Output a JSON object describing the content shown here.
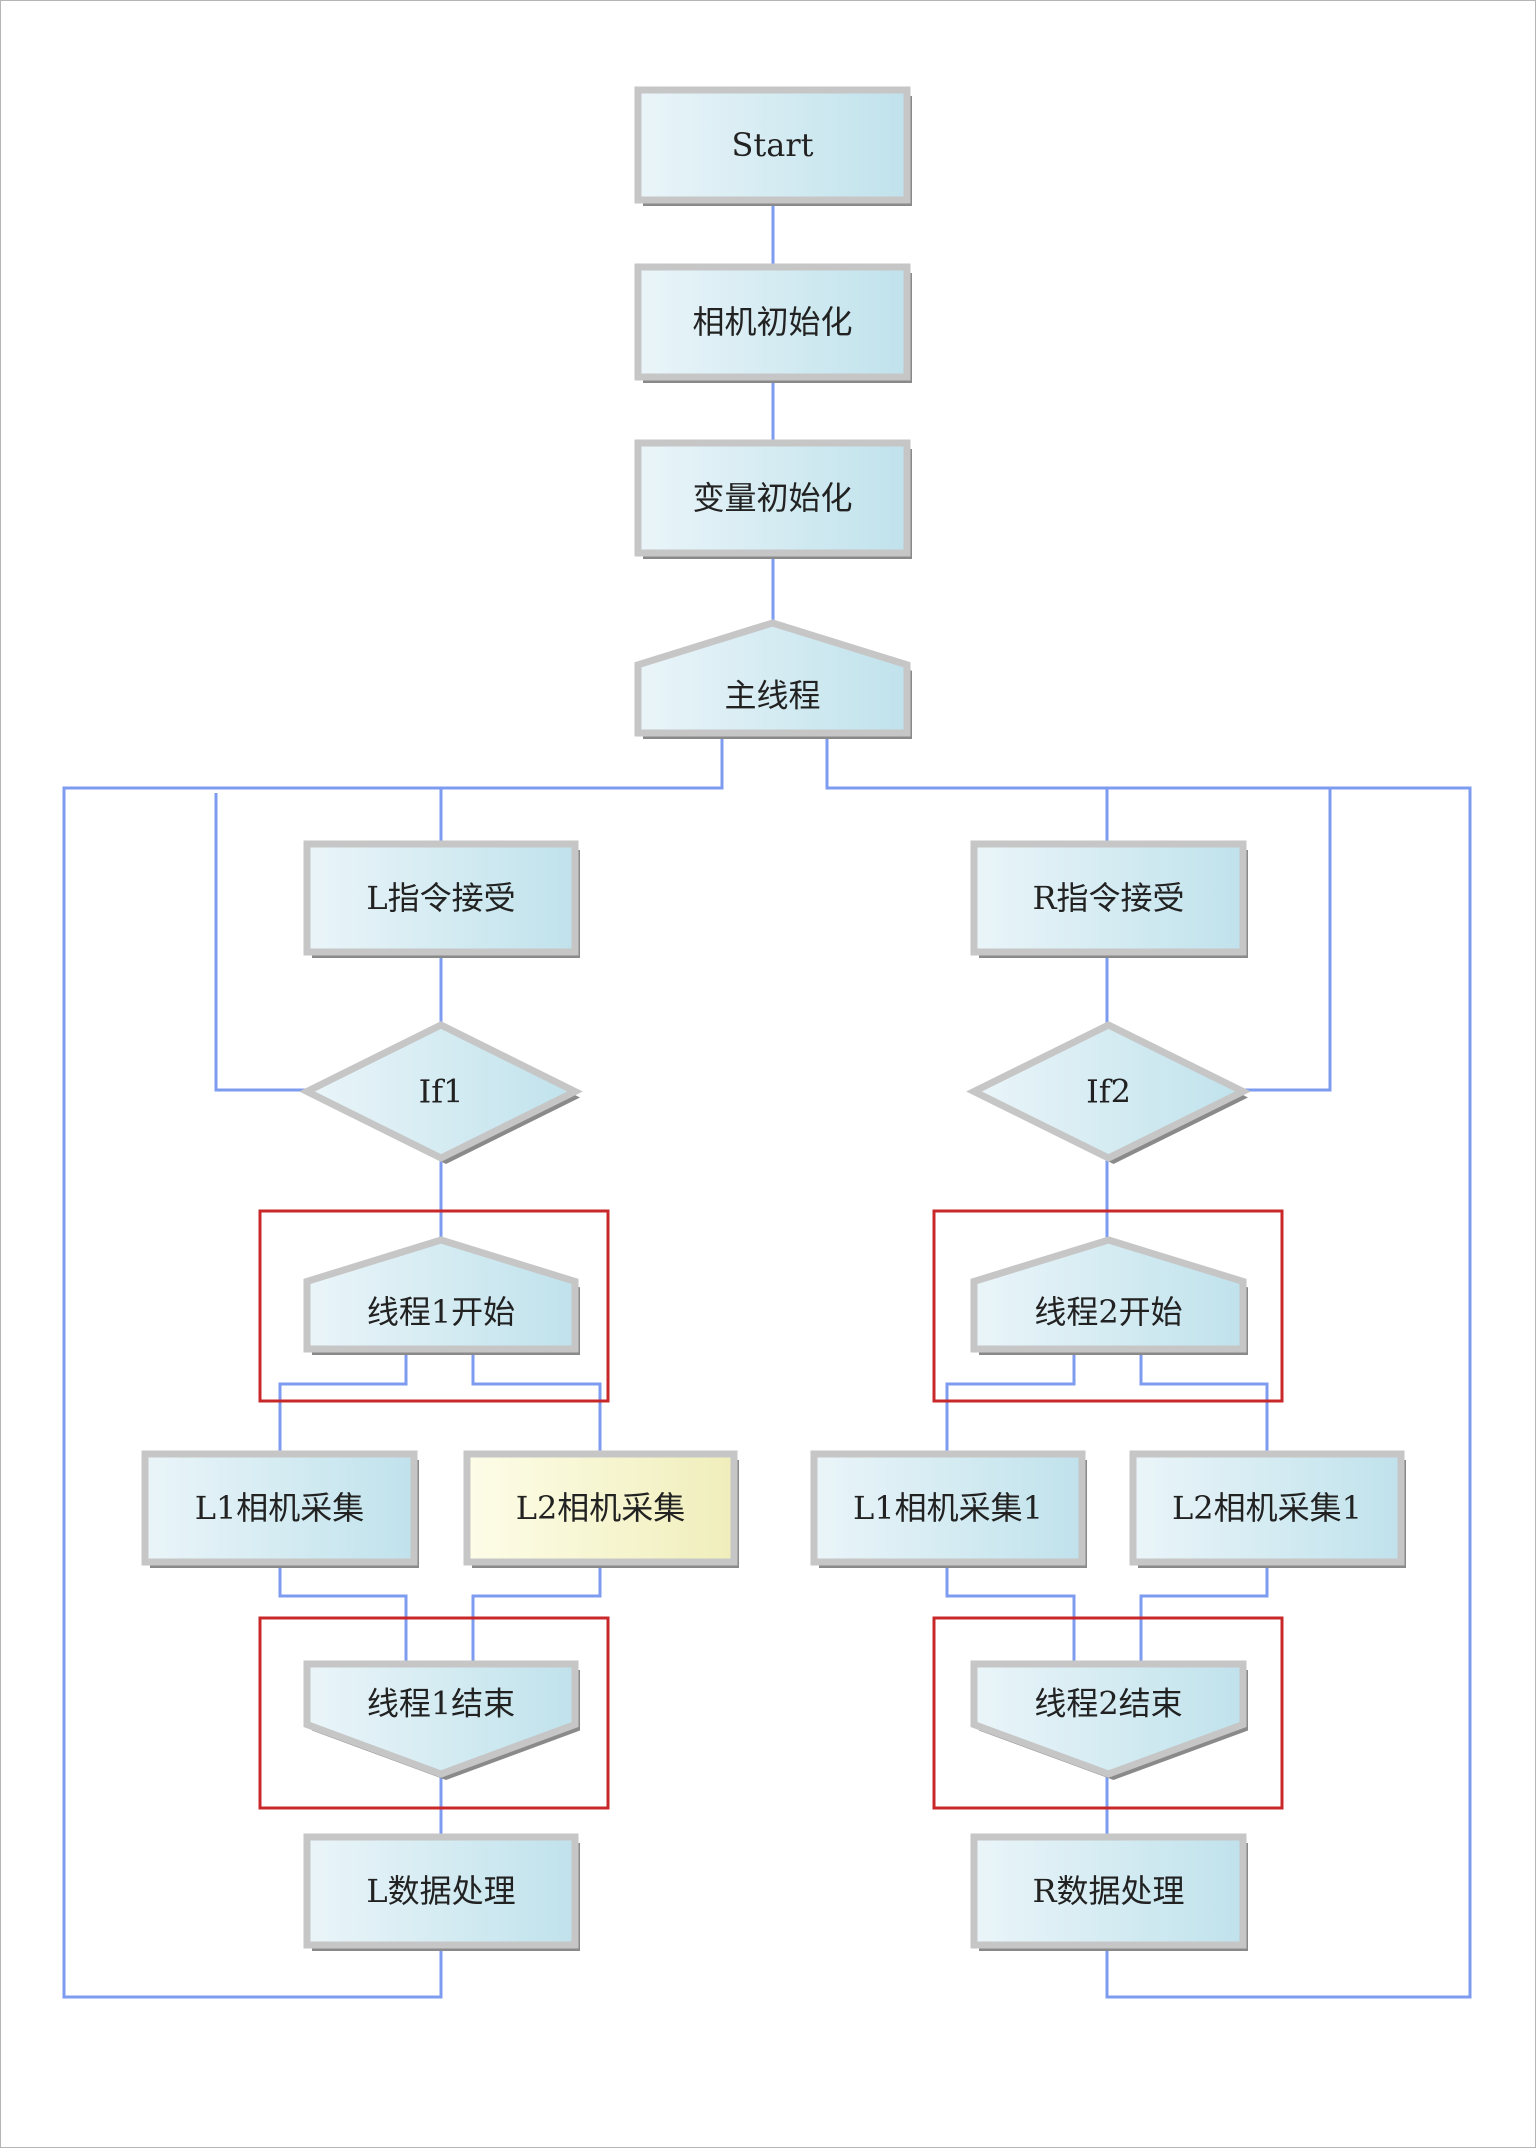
{
  "diagram": {
    "title": "Dual-camera acquisition thread flowchart",
    "colors": {
      "node_fill_start": "#eaf5f9",
      "node_fill_end": "#c0e2ec",
      "highlight_fill_start": "#fdfde8",
      "highlight_fill_end": "#f0eebb",
      "node_border": "#c6c6c6",
      "node_shadow": "#8a8a8a",
      "connector": "#7d9cf0",
      "group_border": "#c8282a"
    },
    "nodes": {
      "start": "Start",
      "camera_init": "相机初始化",
      "var_init": "变量初始化",
      "main_thread": "主线程",
      "l_cmd": "L指令接受",
      "r_cmd": "R指令接受",
      "if1": "If1",
      "if2": "If2",
      "thread1_start": "线程1开始",
      "thread2_start": "线程2开始",
      "l1_cam": "L1相机采集",
      "l2_cam": "L2相机采集",
      "l1_cam_1": "L1相机采集1",
      "l2_cam_1": "L2相机采集1",
      "thread1_end": "线程1结束",
      "thread2_end": "线程2结束",
      "l_data": "L数据处理",
      "r_data": "R数据处理"
    }
  }
}
